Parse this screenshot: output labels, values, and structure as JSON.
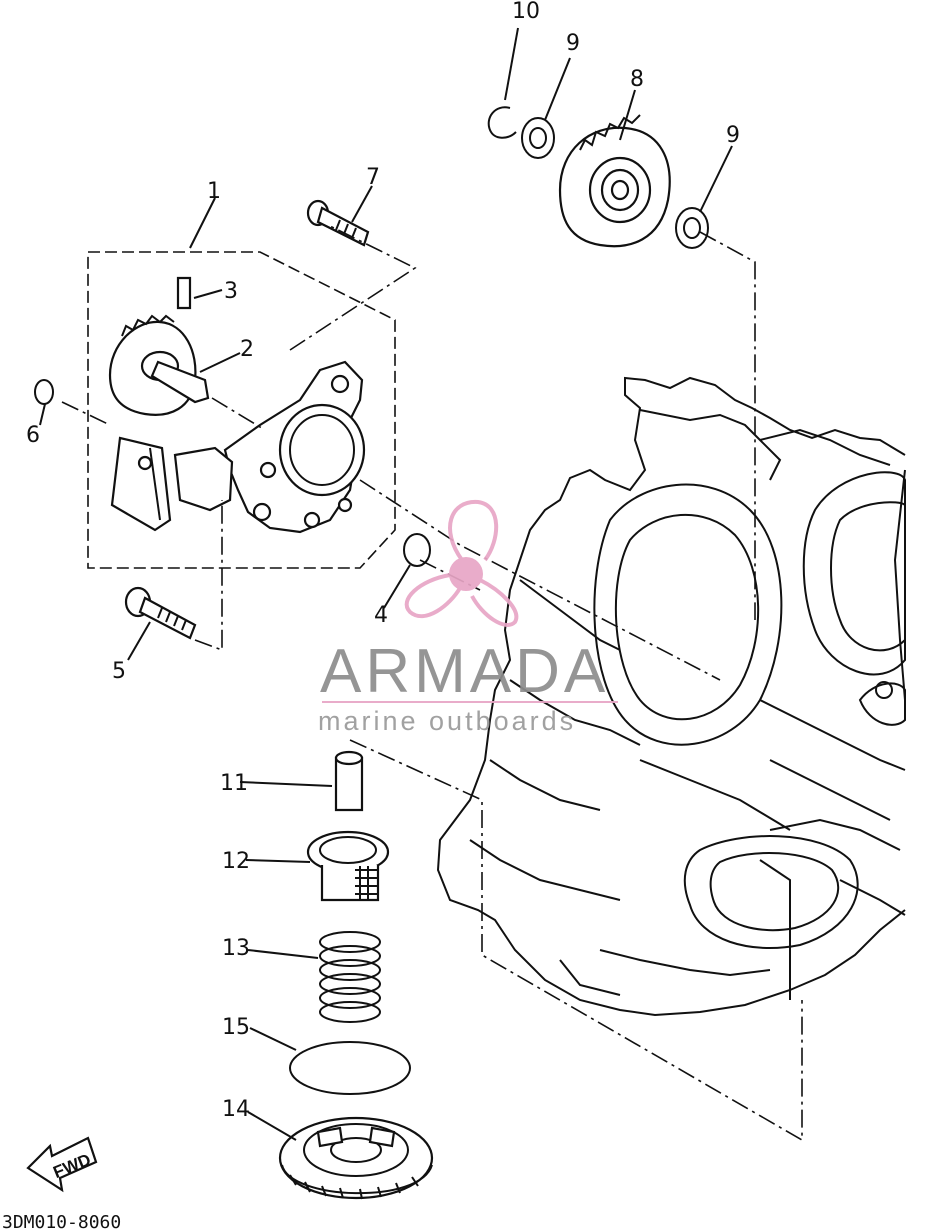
{
  "diagram": {
    "callouts": [
      {
        "id": "c1",
        "label": "1"
      },
      {
        "id": "c2",
        "label": "2"
      },
      {
        "id": "c3",
        "label": "3"
      },
      {
        "id": "c4",
        "label": "4"
      },
      {
        "id": "c5",
        "label": "5"
      },
      {
        "id": "c6",
        "label": "6"
      },
      {
        "id": "c7",
        "label": "7"
      },
      {
        "id": "c8",
        "label": "8"
      },
      {
        "id": "c9a",
        "label": "9"
      },
      {
        "id": "c9b",
        "label": "9"
      },
      {
        "id": "c10",
        "label": "10"
      },
      {
        "id": "c11",
        "label": "11"
      },
      {
        "id": "c12",
        "label": "12"
      },
      {
        "id": "c13",
        "label": "13"
      },
      {
        "id": "c14",
        "label": "14"
      },
      {
        "id": "c15",
        "label": "15"
      }
    ],
    "fwd_label": "FWD",
    "drawing_code": "3DM010-8060"
  },
  "watermark": {
    "brand": "ARMADA",
    "tagline": "marine outboards",
    "brand_color": "#8d8d8d",
    "logo_color": "#e8a6c6"
  }
}
